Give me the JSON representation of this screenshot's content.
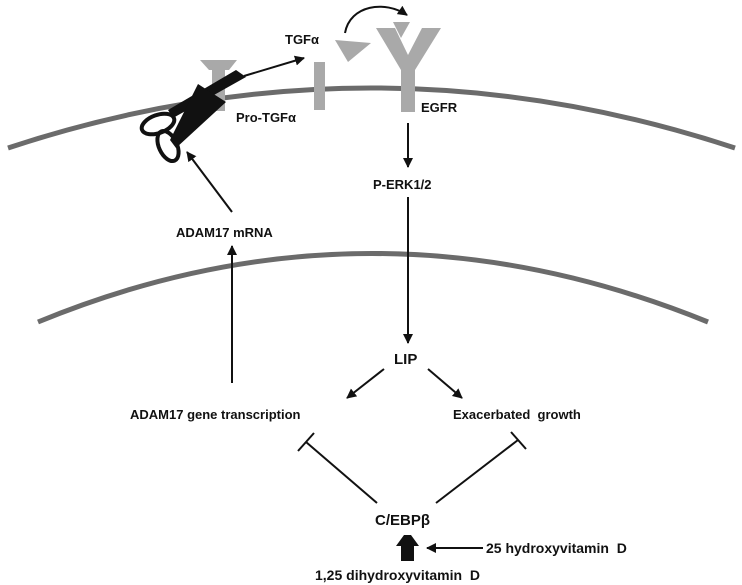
{
  "colors": {
    "membrane": "#6b6b6b",
    "receptor": "#a9a9a9",
    "arrow": "#111111",
    "scissors": "#111111"
  },
  "icons": {
    "protease": "scissors-icon",
    "egfr": "y-receptor-icon",
    "ligand": "triangle-ligand-icon"
  },
  "labels": {
    "tgfa": "TGFα",
    "pro_tgfa": "Pro-TGFα",
    "egfr": "EGFR",
    "perk": "P-ERK1/2",
    "adam17_mrna": "ADAM17 mRNA",
    "lip": "LIP",
    "adam17_transcription": "ADAM17 gene transcription",
    "growth": "Exacerbated  growth",
    "cebpb": "C/EBPβ",
    "vit25": "25 hydroxyvitamin  D",
    "vit125": "1,25 dihydroxyvitamin  D"
  }
}
